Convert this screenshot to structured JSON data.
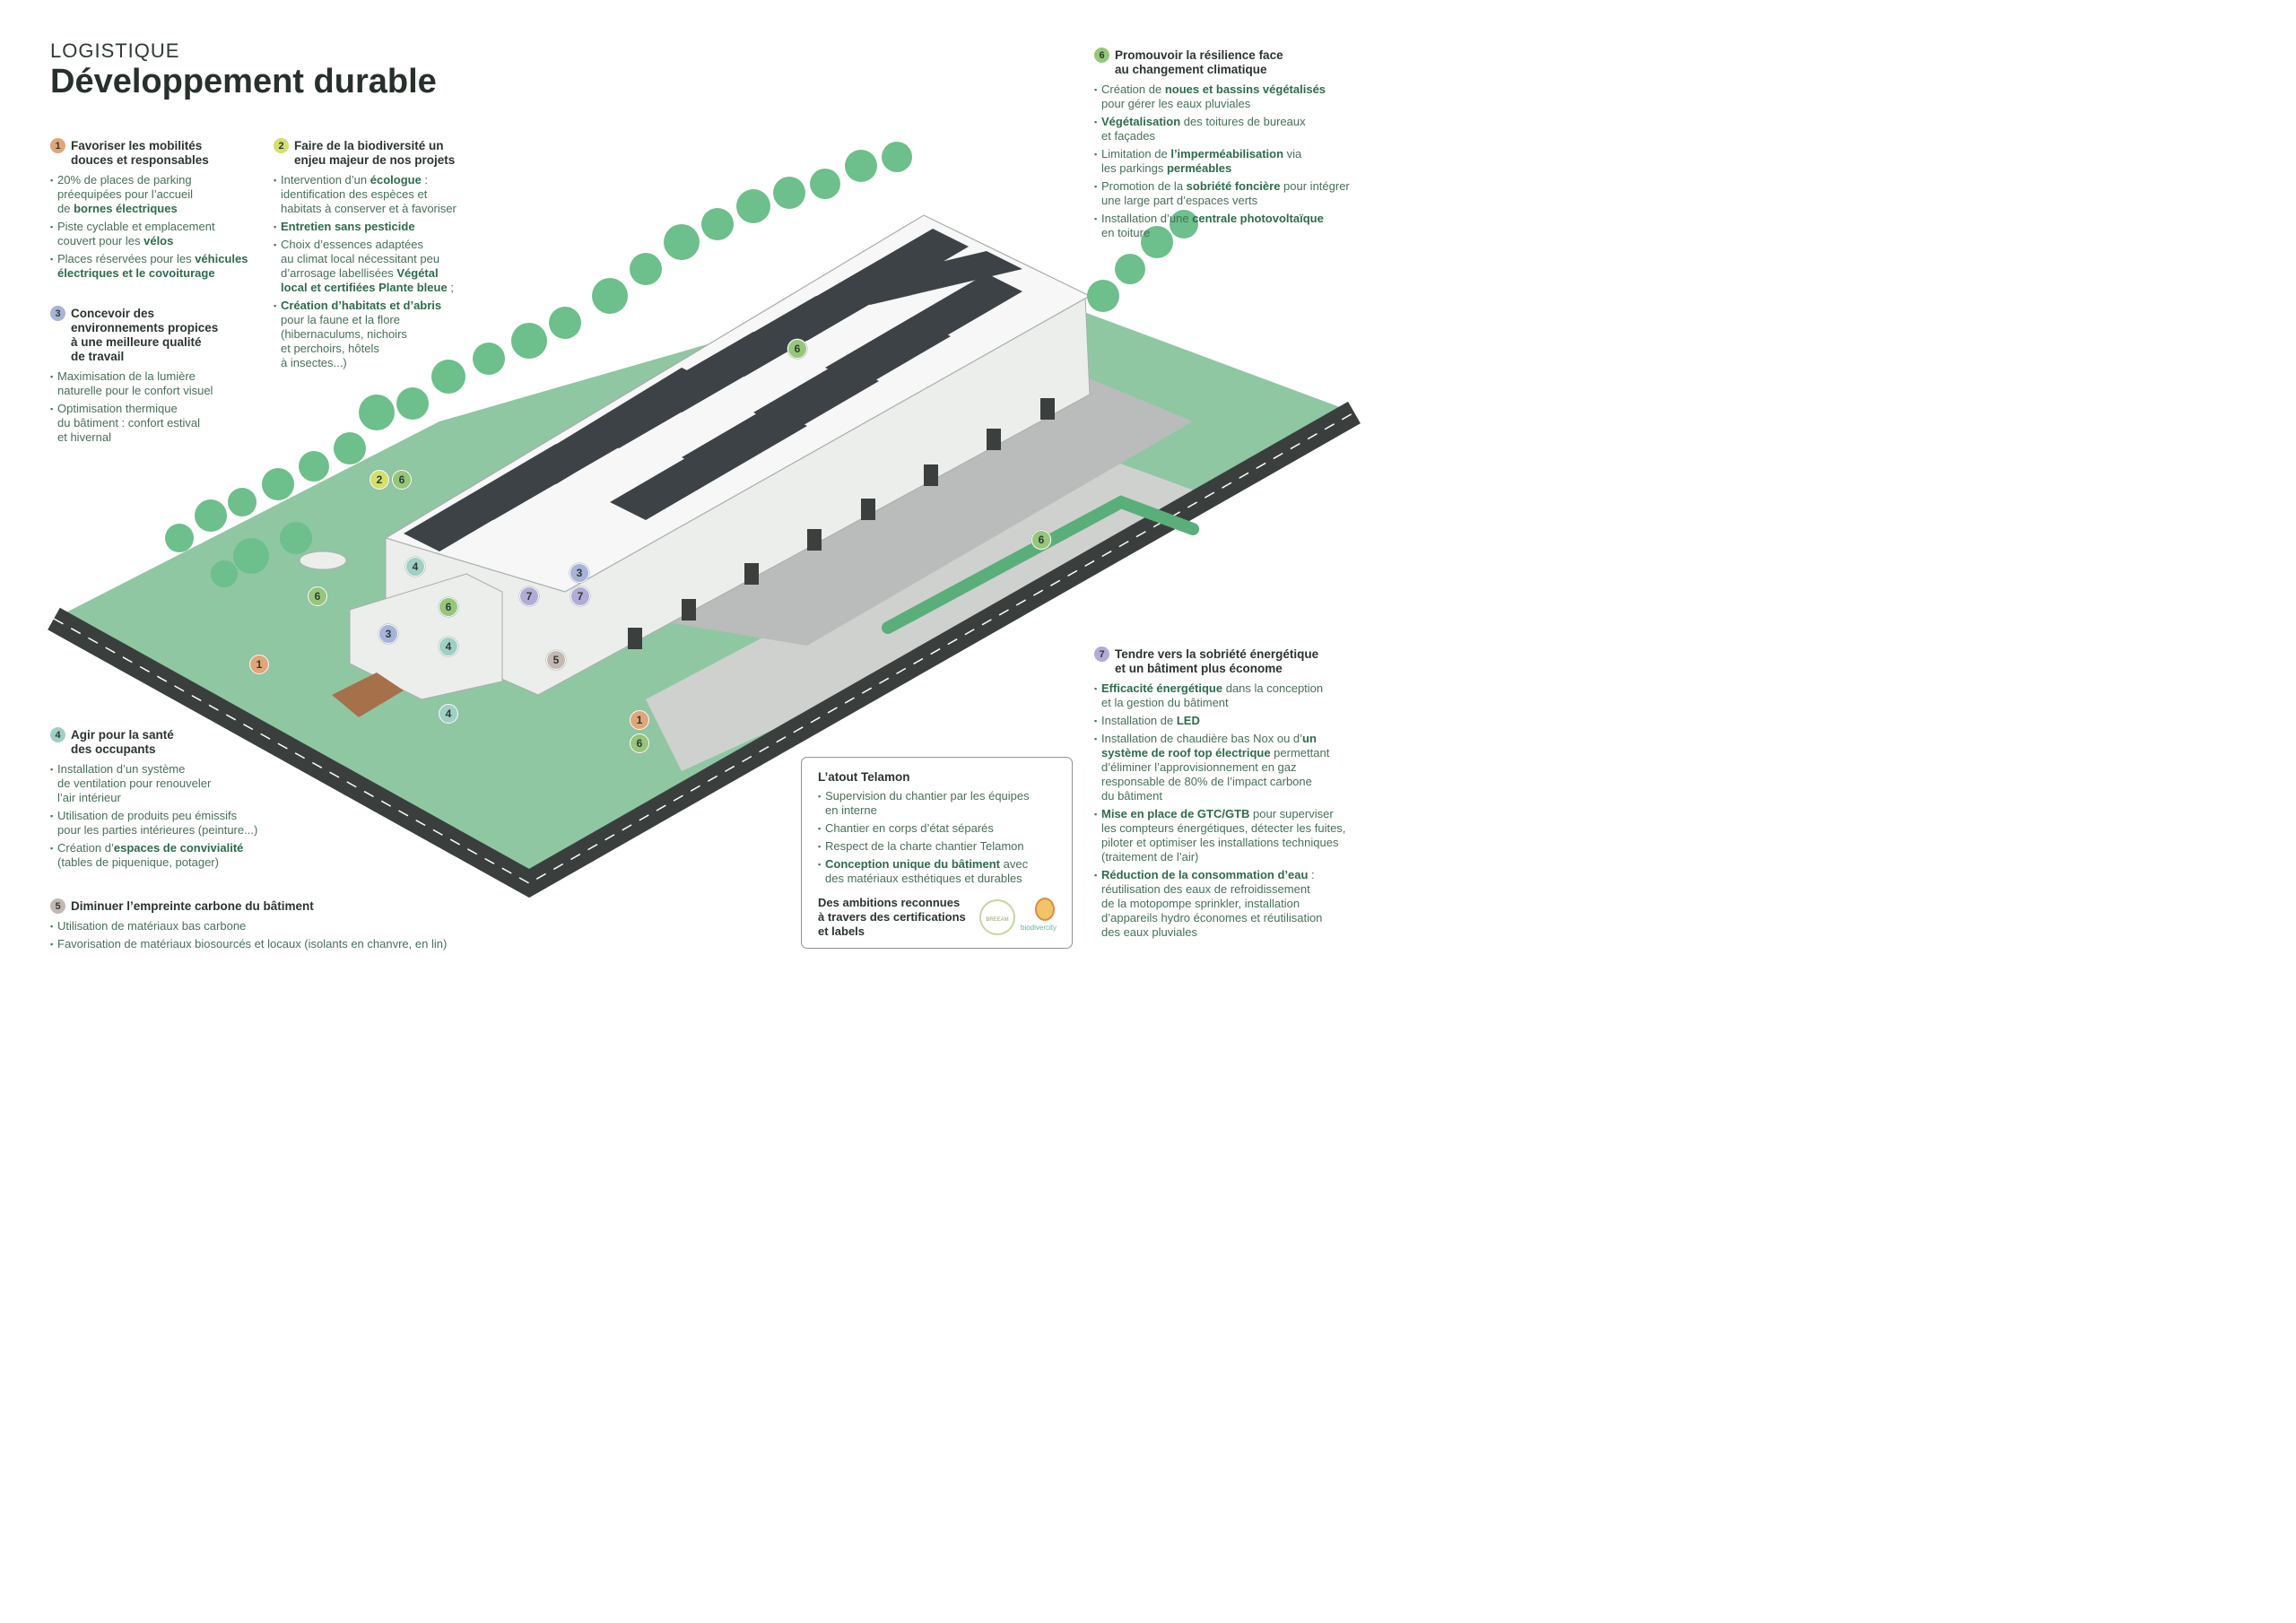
{
  "header": {
    "kicker": "LOGISTIQUE",
    "title": "Développement durable"
  },
  "sections": [
    {
      "number": "1",
      "title": "Favoriser les mobilités\ndouces et responsables",
      "items": [
        {
          "pre": "20% de places de parking\npréequipées pour l’accueil\nde ",
          "bold": "bornes électriques",
          "post": ""
        },
        {
          "pre": "Piste cyclable et emplacement\ncouvert pour les ",
          "bold": "vélos",
          "post": ""
        },
        {
          "pre": "Places réservées pour les ",
          "bold": "véhicules\nélectriques et le covoiturage",
          "post": ""
        }
      ]
    },
    {
      "number": "2",
      "title": "Faire de la biodiversité un\nenjeu majeur de nos projets",
      "items": [
        {
          "pre": "Intervention d’un ",
          "bold": "écologue",
          "post": " :\nidentification des espèces et\nhabitats à conserver et à favoriser"
        },
        {
          "pre": "",
          "bold": "Entretien sans pesticide",
          "post": ""
        },
        {
          "pre": "Choix d’essences adaptées\nau climat local nécessitant peu\nd’arrosage labellisées ",
          "bold": "Végétal\nlocal et certifiées Plante bleue",
          "post": " ;"
        },
        {
          "pre": "",
          "bold": "Création d’habitats et d’abris",
          "post": "\npour la faune et la flore\n(hibernaculums, nichoirs\net perchoirs, hôtels\nà insectes...)"
        }
      ]
    },
    {
      "number": "3",
      "title": "Concevoir des\nenvironnements propices\nà une meilleure qualité\nde travail",
      "items": [
        {
          "pre": "Maximisation de la lumière\nnaturelle pour le confort visuel",
          "bold": "",
          "post": ""
        },
        {
          "pre": "Optimisation thermique\ndu bâtiment : confort estival\net hivernal",
          "bold": "",
          "post": ""
        }
      ]
    },
    {
      "number": "4",
      "title": "Agir pour la santé\ndes occupants",
      "items": [
        {
          "pre": "Installation d’un système\nde ventilation pour renouveler\nl’air intérieur",
          "bold": "",
          "post": ""
        },
        {
          "pre": "Utilisation de produits peu émissifs\npour les parties intérieures (peinture...)",
          "bold": "",
          "post": ""
        },
        {
          "pre": "Création d’",
          "bold": "espaces de convivialité",
          "post": "\n(tables de piquenique, potager)"
        }
      ]
    },
    {
      "number": "5",
      "title": "Diminuer l’empreinte carbone du bâtiment",
      "items": [
        {
          "pre": "Utilisation de matériaux bas carbone",
          "bold": "",
          "post": ""
        },
        {
          "pre": "Favorisation de matériaux biosourcés et locaux (isolants en chanvre, en lin)",
          "bold": "",
          "post": ""
        }
      ]
    },
    {
      "number": "6",
      "title": "Promouvoir la résilience face\nau changement climatique",
      "items": [
        {
          "pre": "Création de ",
          "bold": "noues et bassins végétalisés",
          "post": "\npour gérer les eaux pluviales"
        },
        {
          "pre": "",
          "bold": "Végétalisation",
          "post": " des toitures de bureaux\net façades"
        },
        {
          "pre": "Limitation de ",
          "bold": "l’imperméabilisation",
          "post": " via\nles parkings "
        },
        {
          "pre": "Promotion de la ",
          "bold": "sobriété foncière",
          "post": " pour intégrer\nune large part d’espaces verts"
        },
        {
          "pre": "Installation d’une ",
          "bold": "centrale photovoltaïque",
          "post": "\nen toiture"
        }
      ],
      "extra_bold": "perméables"
    },
    {
      "number": "7",
      "title": "Tendre vers la sobriété énergétique\net un bâtiment plus économe",
      "items": [
        {
          "pre": "",
          "bold": "Efficacité énergétique",
          "post": " dans la conception\net la gestion du bâtiment"
        },
        {
          "pre": "Installation de ",
          "bold": "LED",
          "post": ""
        },
        {
          "pre": "Installation de chaudière bas Nox ou d’",
          "bold": "un\nsystème de roof top électrique",
          "post": " permettant\nd’éliminer l’approvisionnement en gaz\nresponsable de 80% de l’impact carbone\ndu bâtiment"
        },
        {
          "pre": "",
          "bold": "Mise en place de GTC/GTB",
          "post": " pour superviser\nles compteurs énergétiques, détecter les fuites,\npiloter et optimiser les installations techniques\n(traitement de l’air)"
        },
        {
          "pre": "",
          "bold": "Réduction de la consommation d’eau",
          "post": " :\nréutilisation des eaux de refroidissement\nde la motopompe sprinkler, installation\nd’appareils hydro économes et réutilisation\ndes eaux pluviales"
        }
      ]
    }
  ],
  "atout": {
    "title": "L’atout Telamon",
    "items": [
      {
        "pre": "Supervision du chantier par les équipes\nen interne",
        "bold": "",
        "post": ""
      },
      {
        "pre": "Chantier en corps d’état séparés",
        "bold": "",
        "post": ""
      },
      {
        "pre": "Respect de la charte chantier Telamon",
        "bold": "",
        "post": ""
      },
      {
        "pre": "",
        "bold": "Conception unique du bâtiment",
        "post": " avec\ndes matériaux esthétiques et durables"
      }
    ],
    "certifications": "Des ambitions reconnues\nà travers des certifications\net labels",
    "logos": [
      "BREEAM",
      "biodivercity"
    ]
  },
  "markers": [
    "2",
    "6",
    "6",
    "4",
    "3",
    "7",
    "7",
    "6",
    "3",
    "4",
    "5",
    "1",
    "4",
    "1",
    "6",
    "6",
    "6"
  ],
  "colors": {
    "road": "#3a3f3d",
    "grass": "#8fc7a3",
    "tree": "#6dbf8b",
    "building": "#f1f2f1",
    "solar": "#3d4247",
    "num1": "#e0a679",
    "num2": "#d3e06a",
    "num3": "#a7b4d8",
    "num4": "#9fd0c4",
    "num5": "#c5b8b3",
    "num6": "#96c67a",
    "num7": "#b1acd6"
  }
}
